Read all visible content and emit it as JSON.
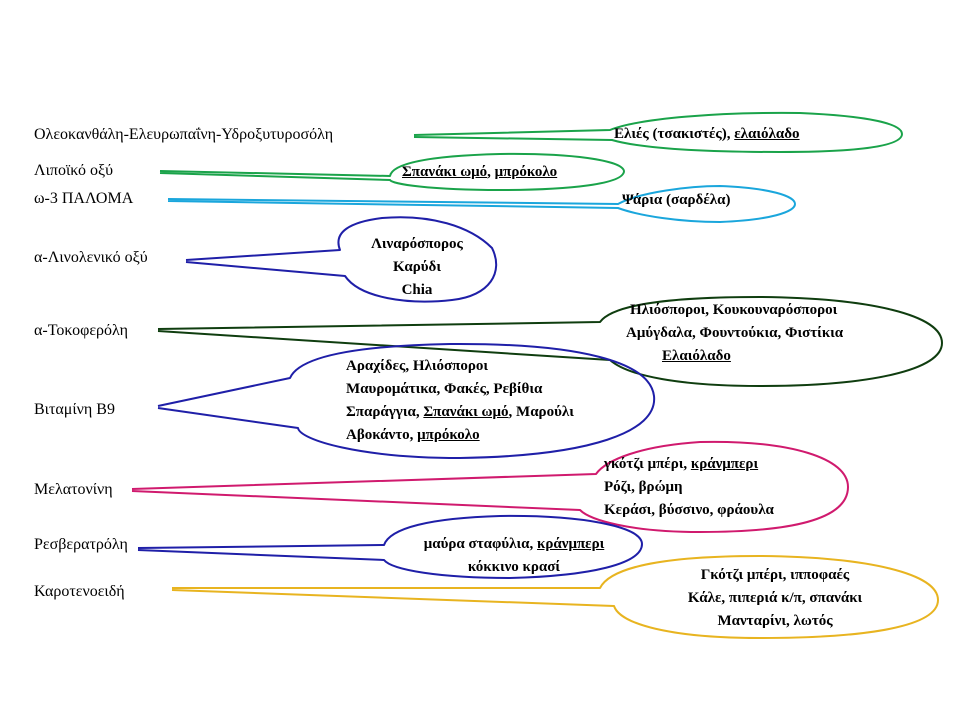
{
  "rows": [
    {
      "id": "oleocanthal",
      "label": "Ολεοκανθάλη-Ελευρωπαΐνη-Υδροξυτυροσόλη",
      "color": "#1aa34a",
      "lines": [
        [
          {
            "t": "Ελιές (τσακιστές), "
          },
          {
            "t": "ελαιόλαδο",
            "u": true
          }
        ]
      ]
    },
    {
      "id": "lipoic",
      "label": "Λιποϊκό οξύ",
      "color": "#1aa34a",
      "lines": [
        [
          {
            "t": "Σπανάκι ωμό",
            "u": true
          },
          {
            "t": ", "
          },
          {
            "t": "μπρόκολο",
            "u": true
          }
        ]
      ]
    },
    {
      "id": "omega3",
      "label": "ω-3 ΠΑΛΟΜΑ",
      "color": "#1aa6dc",
      "lines": [
        [
          {
            "t": "Ψάρια (σαρδέλα)"
          }
        ]
      ]
    },
    {
      "id": "linolenic",
      "label": "α-Λινολενικό οξύ",
      "color": "#1f1fa8",
      "lines": [
        [
          {
            "t": "Λιναρόσπορος"
          }
        ],
        [
          {
            "t": "Καρύδι"
          }
        ],
        [
          {
            "t": "Chia"
          }
        ]
      ]
    },
    {
      "id": "tocopherol",
      "label": "α-Τοκοφερόλη",
      "color": "#0f3d0f",
      "lines": [
        [
          {
            "t": "Ηλιόσποροι, Κουκουναρόσποροι"
          }
        ],
        [
          {
            "t": "Αμύγδαλα, Φουντούκια, Φιστίκια"
          }
        ],
        [
          {
            "t": "Ελαιόλαδο",
            "u": true
          }
        ]
      ]
    },
    {
      "id": "b9",
      "label": "Βιταμίνη Β9",
      "color": "#1f1fa8",
      "lines": [
        [
          {
            "t": "Αραχίδες, Ηλιόσποροι"
          }
        ],
        [
          {
            "t": "Μαυρομάτικα, Φακές, Ρεβίθια"
          }
        ],
        [
          {
            "t": "Σπαράγγια, "
          },
          {
            "t": "Σπανάκι ωμό",
            "u": true
          },
          {
            "t": ", Μαρούλι"
          }
        ],
        [
          {
            "t": "Αβοκάντο, "
          },
          {
            "t": "μπρόκολο",
            "u": true
          }
        ]
      ]
    },
    {
      "id": "melatonin",
      "label": "Μελατονίνη",
      "color": "#d01a6e",
      "lines": [
        [
          {
            "t": "γκότζι μπέρι, "
          },
          {
            "t": "κράνμπερι",
            "u": true
          }
        ],
        [
          {
            "t": "Ρόζι, βρώμη"
          }
        ],
        [
          {
            "t": "Κεράσι, βύσσινο, φράουλα"
          }
        ]
      ]
    },
    {
      "id": "resveratrol",
      "label": "Ρεσβερατρόλη",
      "color": "#1f1fa8",
      "lines": [
        [
          {
            "t": "μαύρα σταφύλια, "
          },
          {
            "t": "κράνμπερι",
            "u": true
          }
        ],
        [
          {
            "t": "κόκκινο κρασί"
          }
        ]
      ]
    },
    {
      "id": "carotenoids",
      "label": "Καροτενοειδή",
      "color": "#e8b420",
      "lines": [
        [
          {
            "t": "Γκότζι μπέρι, ιπποφαές"
          }
        ],
        [
          {
            "t": "Κάλε, πιπεριά κ/π, σπανάκι"
          }
        ],
        [
          {
            "t": "Μανταρίνι, λωτός"
          }
        ]
      ]
    }
  ]
}
